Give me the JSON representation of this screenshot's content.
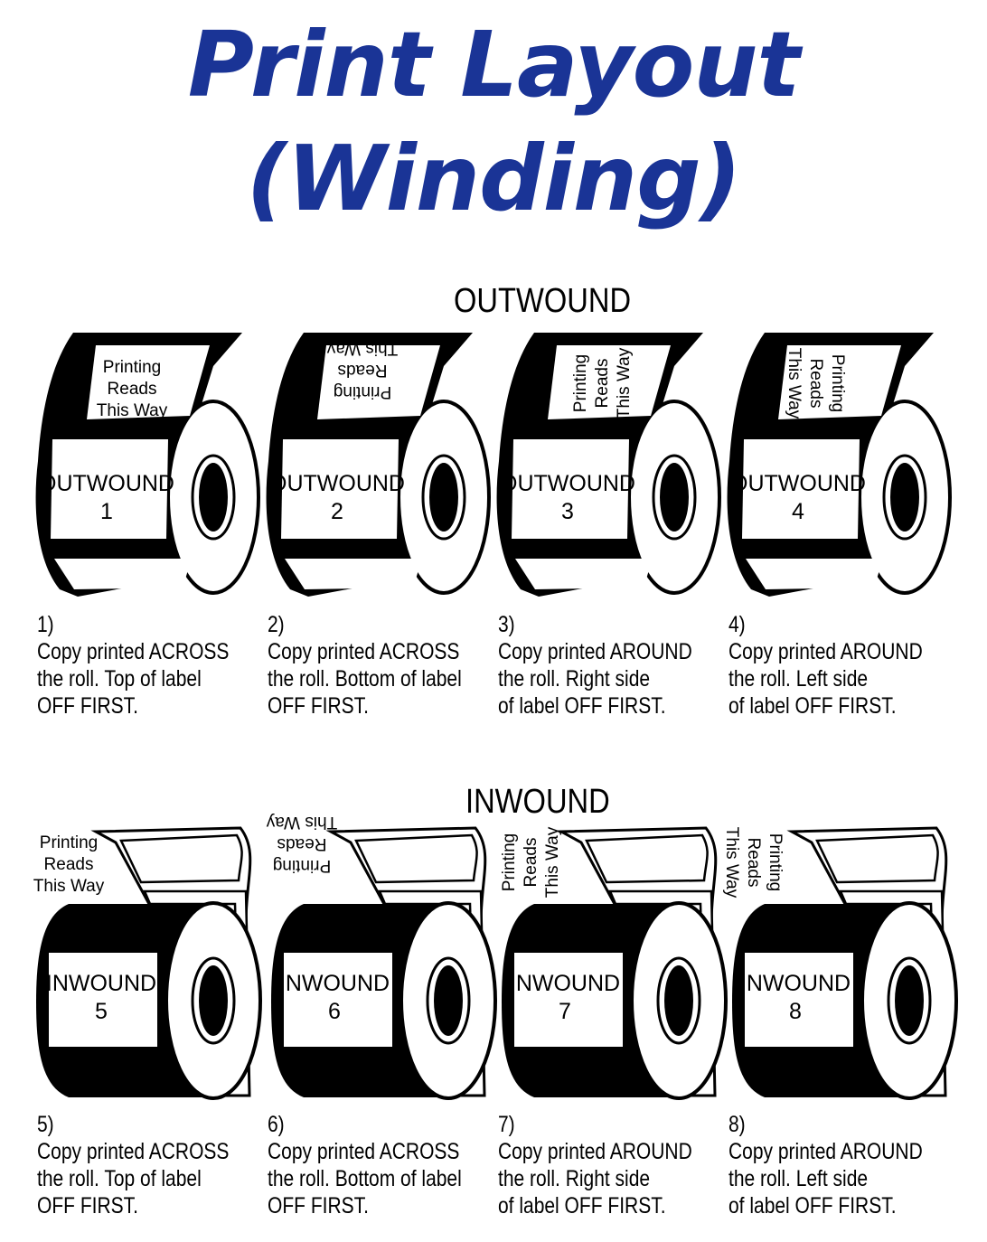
{
  "title": {
    "line1": "Print Layout",
    "line2": "(Winding)",
    "color": "#1a3496"
  },
  "outwound": {
    "heading": "OUTWOUND",
    "items": [
      {
        "roll_label": "OUTWOUND",
        "roll_number": "1",
        "reads": [
          "Printing",
          "Reads",
          "This Way"
        ],
        "orientation": "upright",
        "caption": {
          "num": "1)",
          "line1": "Copy printed ACROSS",
          "line2": "the roll. Top of label",
          "line3": "OFF FIRST."
        }
      },
      {
        "roll_label": "OUTWOUND",
        "roll_number": "2",
        "reads": [
          "Printing",
          "Reads",
          "This Way"
        ],
        "orientation": "inverted",
        "caption": {
          "num": "2)",
          "line1": "Copy printed ACROSS",
          "line2": "the roll. Bottom of label",
          "line3": "OFF FIRST."
        }
      },
      {
        "roll_label": "OUTWOUND",
        "roll_number": "3",
        "reads": [
          "Printing",
          "Reads",
          "This Way"
        ],
        "orientation": "rotated-left",
        "caption": {
          "num": "3)",
          "line1": "Copy printed AROUND",
          "line2": "the roll. Right side",
          "line3": "of label OFF FIRST."
        }
      },
      {
        "roll_label": "OUTWOUND",
        "roll_number": "4",
        "reads": [
          "Printing",
          "Reads",
          "This Way"
        ],
        "orientation": "rotated-right",
        "caption": {
          "num": "4)",
          "line1": "Copy printed AROUND",
          "line2": "the roll. Left side",
          "line3": "of label OFF FIRST."
        }
      }
    ]
  },
  "inwound": {
    "heading": "INWOUND",
    "items": [
      {
        "roll_label": "INWOUND",
        "roll_number": "5",
        "reads": [
          "Printing",
          "Reads",
          "This Way"
        ],
        "orientation": "upright",
        "caption": {
          "num": "5)",
          "line1": "Copy printed ACROSS",
          "line2": "the roll. Top of label",
          "line3": "OFF FIRST."
        }
      },
      {
        "roll_label": "INWOUND",
        "roll_number": "6",
        "reads": [
          "Printing",
          "Reads",
          "This Way"
        ],
        "orientation": "inverted",
        "caption": {
          "num": "6)",
          "line1": "Copy printed ACROSS",
          "line2": "the roll. Bottom of label",
          "line3": "OFF FIRST."
        }
      },
      {
        "roll_label": "INWOUND",
        "roll_number": "7",
        "reads": [
          "Printing",
          "Reads",
          "This Way"
        ],
        "orientation": "rotated-left",
        "caption": {
          "num": "7)",
          "line1": "Copy printed AROUND",
          "line2": "the roll. Right side",
          "line3": "of label OFF FIRST."
        }
      },
      {
        "roll_label": "INWOUND",
        "roll_number": "8",
        "reads": [
          "Printing",
          "Reads",
          "This Way"
        ],
        "orientation": "rotated-right",
        "caption": {
          "num": "8)",
          "line1": "Copy printed AROUND",
          "line2": "the roll. Left side",
          "line3": "of label OFF FIRST."
        }
      }
    ]
  }
}
